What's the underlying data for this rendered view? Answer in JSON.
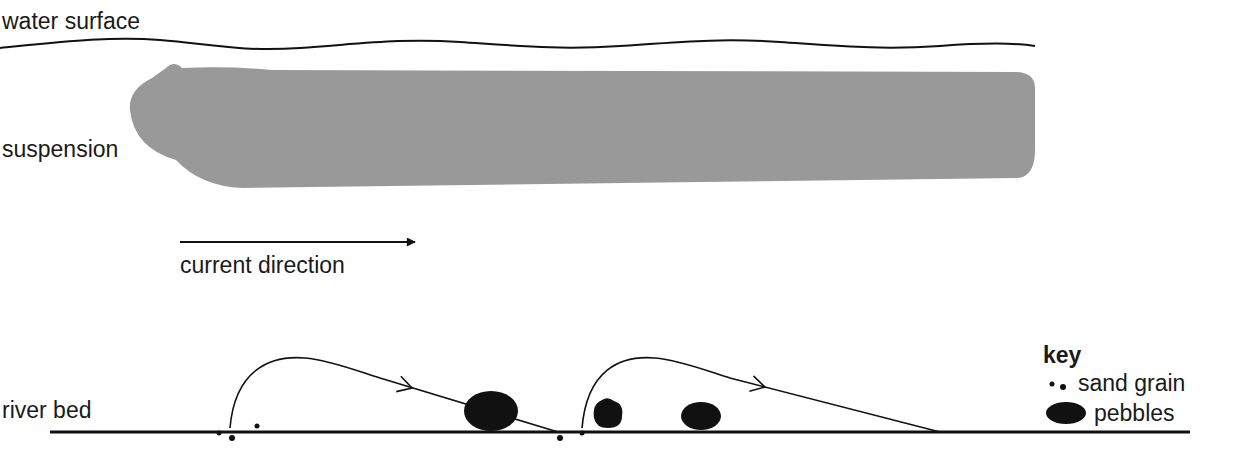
{
  "diagram": {
    "labels": [
      "water surface",
      "suspension",
      "current direction",
      "river bed",
      "key"
    ],
    "legend": [
      {
        "text": "sand grain"
      },
      {
        "text": "pebbles"
      }
    ]
  }
}
